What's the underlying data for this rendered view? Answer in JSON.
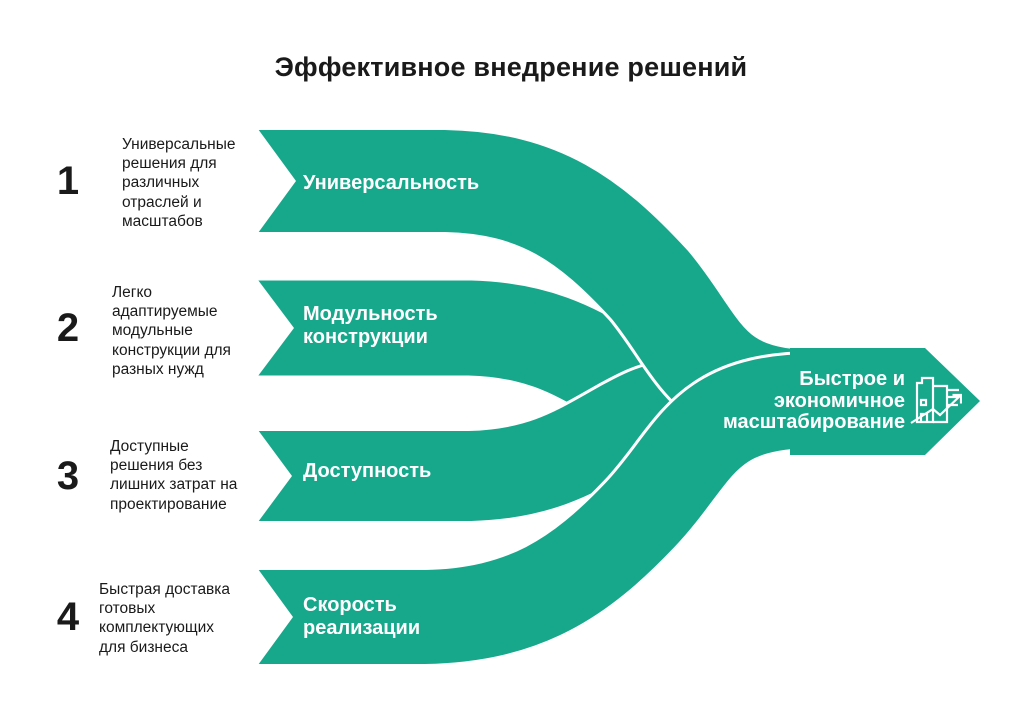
{
  "title": "Эффективное внедрение решений",
  "theme": {
    "accent_color": "#17A88C",
    "text_color": "#1A1A1A",
    "band_text_color": "#FFFFFF"
  },
  "items": [
    {
      "number": "1",
      "description": "Универсальные\nрешения для\nразличных\nотраслей и\nмасштабов",
      "label": "Универсальность"
    },
    {
      "number": "2",
      "description": "Легко\nадаптируемые\nмодульные\nконструкции для\nразных нужд",
      "label": "Модульность\nконструкции"
    },
    {
      "number": "3",
      "description": "Доступные\nрешения без\nлишних затрат на\nпроектирование",
      "label": "Доступность"
    },
    {
      "number": "4",
      "description": "Быстрая доставка\nготовых\nкомплектующих\nдля бизнеса",
      "label": "Скорость\nреализации"
    }
  ],
  "result": {
    "label": "Быстрое и\nэкономичное\nмасштабирование",
    "icon": "building-growth-icon"
  }
}
